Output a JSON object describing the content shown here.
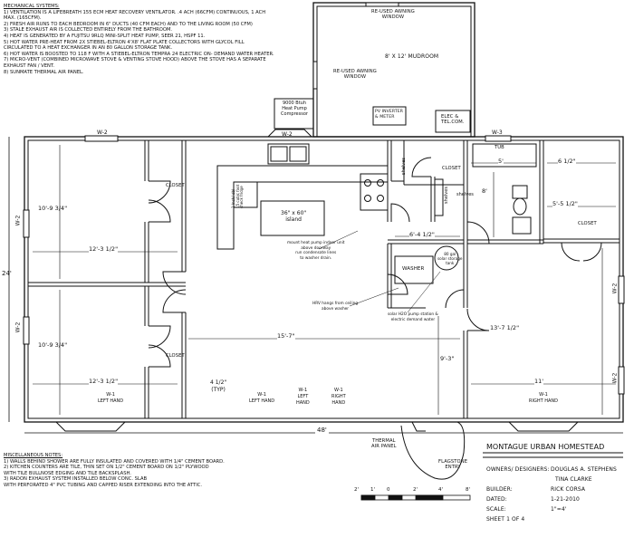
{
  "mechanical": {
    "heading": "MECHANICAL SYSTEMS:",
    "lines": [
      "1) VENTILATION IS A LIFEBREATH 155 ECM HEAT RECOVERY VENTILATOR. .4 ACH (66CFM) CONTINUOUS, 1 ACH",
      "MAX. (165CFM).",
      "2) FRESH AIR RUNS TO EACH BEDROOM IN 6\" DUCTS (40 CFM EACH) AND TO THE LIVING ROOM (50 CFM)",
      "3) STALE EXHAUST AIR IS COLLECTED ENTIRELY FROM THE BATHROOM.",
      "4) HEAT IS GENERATED BY A FUJITSU 9RLQ MINI-SPLIT HEAT PUMP, SEER 21, HSPF 11.",
      "5) HOT WATER PRE-HEAT FROM 2X STIEBEL-ELTRON 4'X8' FLAT PLATE COLLECTORS WITH GLYCOL FILL",
      "CIRCULATED TO A HEAT EXCHANGER IN AN 80 GALLON STORAGE TANK.",
      "6) HOT WATER IS BOOSTED TO 118 F WITH A STIEBEL-ELTRON TEMPRA 24 ELECTRIC ON- DEMAND WATER HEATER.",
      "7) MICRO-VENT (COMBINED MICROWAVE STOVE & VENTING STOVE HOOD) ABOVE THE STOVE HAS A SEPARATE",
      "EXHAUST FAN / VENT.",
      "8) SUNMATE THERMAL AIR PANEL."
    ]
  },
  "misc": {
    "heading": "MISCELLANEOUS NOTES:",
    "lines": [
      "1) WALLS BEHIND SHOWER ARE FULLY INSULATED AND COVERED WITH 1/4\" CEMENT BOARD.",
      "2) KITCHEN COUNTERS ARE TILE, THIN SET ON 1/2\" CEMENT BOARD ON 1/2\" PLYWOOD",
      "WITH TILE BULLNOSE EDGING AND TILE BACKSPLASH.",
      "3) RADON EXHAUST SYSTEM INSTALLED BELOW CONC. SLAB",
      "WITH PERFORATED 4\" PVC TUBING AND CAPPED RISER EXTENDING INTO THE ATTIC."
    ]
  },
  "title_block": {
    "project": "MONTAGUE URBAN HOMESTEAD",
    "owners_label": "OWNERS/ DESIGNERS:",
    "owners_1": "DOUGLAS A. STEPHENS",
    "owners_2": "TINA CLARKE",
    "builder_label": "BUILDER:",
    "builder": "RICK CORSA",
    "dated_label": "DATED:",
    "dated": "1-21-2010",
    "scale_label": "SCALE:",
    "scale": "1\"=4'",
    "sheet": "SHEET 1 OF 4"
  },
  "scale_bar": [
    "2'",
    "1'",
    "0",
    "2'",
    "4'",
    "8'"
  ],
  "annex": {
    "reused_window_top": "RE-USED AWNING\nWINDOW",
    "mudroom": "8' X 12' MUDROOM",
    "reused_window_left": "RE-USED AWNING\nWINDOW",
    "heat_pump": "9000 Btuh\nHeat Pump\nCompressor",
    "pv_inverter": "PV INVERTER\n& METER",
    "elec": "ELEC &\nTEL.COM."
  },
  "windows": {
    "w2_a": "W-2",
    "w2_b": "W-2",
    "w3": "W-3",
    "w2_left_top": "W-2",
    "w2_left_bot": "W-2",
    "w2_right_top": "W-2",
    "w2_right_bot": "W-2"
  },
  "rooms": {
    "closet_1": "CLOSET",
    "closet_2": "CLOSET",
    "closet_3": "CLOSET",
    "closet_4": "CLOSET",
    "tub": "TUB",
    "shelves_1": "shelves",
    "shelves_2": "shelves",
    "shelves_3": "shelves",
    "fridge": "1 Inch/ dbl\n15 cubic foot\ncheck fridge",
    "island": "36\" x 60\"\nisland",
    "washer": "WASHER",
    "tank": "80 gal\nsolar storage\ntank",
    "indoor_unit": "mount heat pump indoor unit\nabove doorway\nrun condensate lines\nto washer drain.",
    "hrv": "HRV hangs from ceiling\nabove washer",
    "solar_pump": "solar H2O pump station &\nelectric demand water",
    "thermal": "THERMAL\nAIR PANEL",
    "flagstone": "FLAGSTONE\nENTRY"
  },
  "doors": {
    "w1_left_hand_1": "W-1\nLEFT HAND",
    "w1_left_hand_2": "W-1\nLEFT HAND",
    "w1_left_hand_3": "W-1\nLEFT\nHAND",
    "w1_right_hand_1": "W-1\nRIGHT\nHAND",
    "w1_right_hand_2": "W-1\nRIGHT HAND"
  },
  "dims": {
    "overall_height": "24'",
    "overall_width": "48'",
    "room1_h": "10'-9 3/4\"",
    "room2_h": "10'-9 3/4\"",
    "room1_w": "12'-3 1/2\"",
    "room2_w": "12'-3 1/2\"",
    "living": "15'-7\"",
    "typ": "4 1/2\"\n(TYP)",
    "laundry": "6'-4 1/2\"",
    "bath_5": "5'",
    "bath_612": "6 1/2\"",
    "bath_8": "8'",
    "closet_55": "5'-5 1/2\"",
    "right_h": "13'-7 1/2\"",
    "right_93": "9'-3\"",
    "right_w": "11'"
  }
}
